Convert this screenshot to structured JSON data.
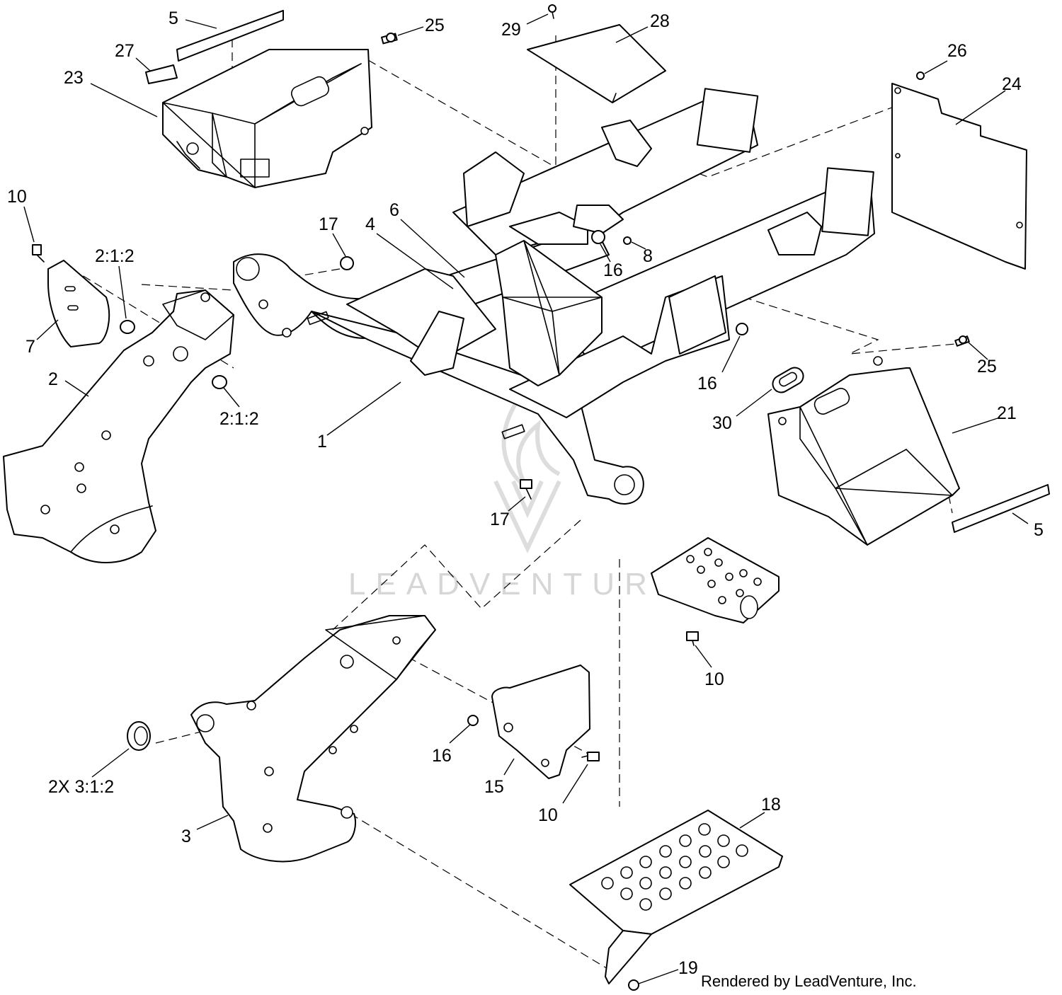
{
  "watermark": {
    "text": "LEADVENTURE"
  },
  "credit": "Rendered by LeadVenture, Inc.",
  "callouts": [
    {
      "id": "c5a",
      "label": "5"
    },
    {
      "id": "c27",
      "label": "27"
    },
    {
      "id": "c23",
      "label": "23"
    },
    {
      "id": "c25a",
      "label": "25"
    },
    {
      "id": "c29",
      "label": "29"
    },
    {
      "id": "c28",
      "label": "28"
    },
    {
      "id": "c26",
      "label": "26"
    },
    {
      "id": "c24",
      "label": "24"
    },
    {
      "id": "c10a",
      "label": "10"
    },
    {
      "id": "c212a",
      "label": "2:1:2"
    },
    {
      "id": "c17a",
      "label": "17"
    },
    {
      "id": "c6",
      "label": "6"
    },
    {
      "id": "c4",
      "label": "4"
    },
    {
      "id": "c16a",
      "label": "16"
    },
    {
      "id": "c8",
      "label": "8"
    },
    {
      "id": "c7",
      "label": "7"
    },
    {
      "id": "c2",
      "label": "2"
    },
    {
      "id": "c212b",
      "label": "2:1:2"
    },
    {
      "id": "c1",
      "label": "1"
    },
    {
      "id": "c16b",
      "label": "16"
    },
    {
      "id": "c25b",
      "label": "25"
    },
    {
      "id": "c30",
      "label": "30"
    },
    {
      "id": "c21",
      "label": "21"
    },
    {
      "id": "c17b",
      "label": "17"
    },
    {
      "id": "c5b",
      "label": "5"
    },
    {
      "id": "c10b",
      "label": "10"
    },
    {
      "id": "c16c",
      "label": "16"
    },
    {
      "id": "c2x",
      "label": "2X 3:1:2"
    },
    {
      "id": "c15",
      "label": "15"
    },
    {
      "id": "c10c",
      "label": "10"
    },
    {
      "id": "c3",
      "label": "3"
    },
    {
      "id": "c18",
      "label": "18"
    },
    {
      "id": "c19",
      "label": "19"
    }
  ]
}
